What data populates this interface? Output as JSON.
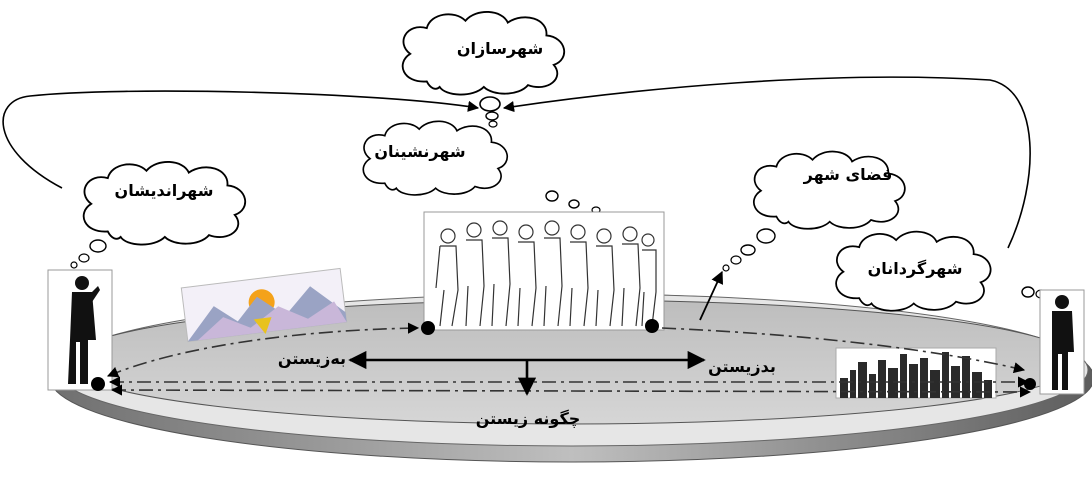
{
  "clouds": {
    "city_builders": "شهرسازان",
    "city_dwellers": "شهرنشینان",
    "city_thinkers": "شهراندیشان",
    "city_space": "فضای شهر",
    "city_managers": "شهرگردانان"
  },
  "axis": {
    "good_living": "به‌زیستن",
    "bad_living": "بدزیستن",
    "how_to_live": "چگونه زیستن"
  },
  "colors": {
    "ink": "#000000",
    "platform_top": "#c8c8c8",
    "platform_side": "#8a8a8a"
  }
}
